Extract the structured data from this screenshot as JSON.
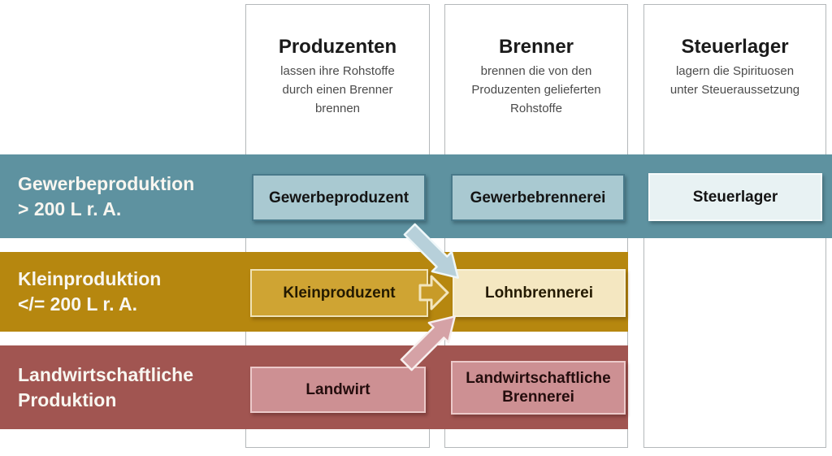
{
  "columns": [
    {
      "title": "Produzenten",
      "subtitle": "lassen ihre Rohstoffe\ndurch einen Brenner\nbrennen"
    },
    {
      "title": "Brenner",
      "subtitle": "brennen die von den\nProduzenten gelieferten\nRohstoffe"
    },
    {
      "title": "Steuerlager",
      "subtitle": "lagern die Spirituosen\nunter Steueraussetzung"
    }
  ],
  "bands": [
    {
      "label": "Gewerbeproduktion\n> 200 L r. A.",
      "color": "#5e92a0"
    },
    {
      "label": "Kleinproduktion\n</= 200 L r. A.",
      "color": "#b6870f"
    },
    {
      "label": "Landwirtschaftliche\nProduktion",
      "color": "#a15551"
    }
  ],
  "boxes": {
    "gewerbeproduzent": "Gewerbeproduzent",
    "gewerbebrennerei": "Gewerbebrennerei",
    "steuerlager": "Steuerlager",
    "kleinproduzent": "Kleinproduzent",
    "lohnbrennerei": "Lohnbrennerei",
    "landwirt": "Landwirt",
    "landwirtschaftliche_brennerei": "Landwirtschaftliche\nBrennerei"
  },
  "colors": {
    "band_teal": "#5e92a0",
    "band_gold": "#b6870f",
    "band_maroon": "#a15551",
    "box_teal": "#a9c9d1",
    "box_steuerlager": "#e8f2f3",
    "box_gold": "#cfa433",
    "box_cream": "#f4e7c1",
    "box_pink": "#cd9093",
    "arrow_teal": "#b7d0da",
    "arrow_pink": "#d5a2a6",
    "arrow_gold_fill": "#c89b28"
  }
}
